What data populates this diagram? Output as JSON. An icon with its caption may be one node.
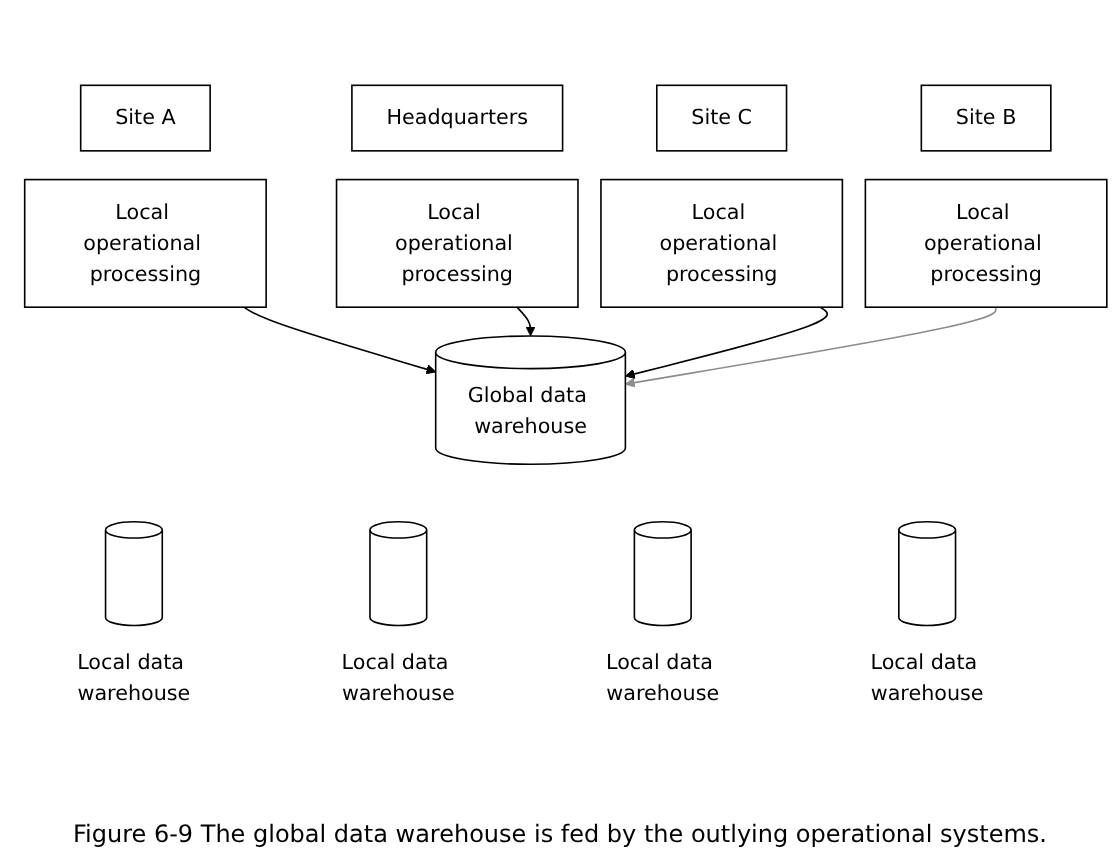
{
  "diagram": {
    "caption": "Figure 6-9 The global data warehouse is fed by the outlying operational systems.",
    "nodes": [
      {
        "text": [
          "Site A"
        ]
      },
      {
        "text": [
          "Local operational processing"
        ]
      },
      {
        "text": [],
        "shape": "cylinder",
        "beside": [
          "Local data warehouse"
        ]
      },
      {
        "text": [
          "Headquarters"
        ]
      },
      {
        "text": [
          "Local operational processing"
        ]
      },
      {
        "text": [],
        "shape": "cylinder",
        "beside": [
          "Local data warehouse"
        ]
      },
      {
        "text": [
          "Site C"
        ]
      },
      {
        "text": [
          "Local operational processing"
        ]
      },
      {
        "text": [],
        "shape": "cylinder",
        "beside": [
          "Local data warehouse"
        ]
      },
      {
        "text": [
          "Site B"
        ]
      },
      {
        "text": [
          "Local operational processing"
        ]
      },
      {
        "text": [],
        "shape": "cylinder",
        "beside": [
          "Local data warehouse"
        ]
      },
      {
        "text": [
          "Global data warehouse"
        ]
      }
    ],
    "edges": [
      {
        "from": 1,
        "to": 12,
        "arrow": "to"
      },
      {
        "from": 4,
        "to": 12,
        "arrow": "to"
      },
      {
        "from": 10,
        "to": 12,
        "arrow": "to",
        "color": "#8c8c8c"
      },
      {
        "from": 7,
        "to": 12,
        "arrow": "to"
      }
    ]
  }
}
